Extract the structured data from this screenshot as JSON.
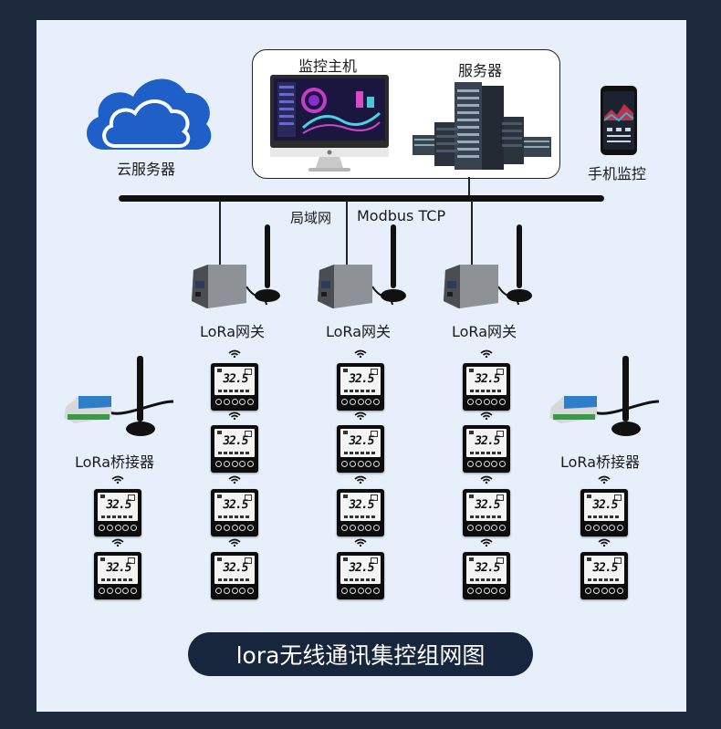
{
  "diagram": {
    "title": "lora无线通讯集控组网图",
    "nodes": {
      "monitor_host": "监控主机",
      "server": "服务器",
      "cloud_server": "云服务器",
      "phone_monitor": "手机监控",
      "lan": "局域网",
      "protocol": "Modbus TCP",
      "gateway": "LoRa网关",
      "bridge": "LoRa桥接器"
    },
    "thermostat_reading": "32.5",
    "colors": {
      "background": "#1d2a3e",
      "panel": "#e7f0fa",
      "cloud": "#1e5fc8",
      "pill": "#17263d"
    }
  }
}
